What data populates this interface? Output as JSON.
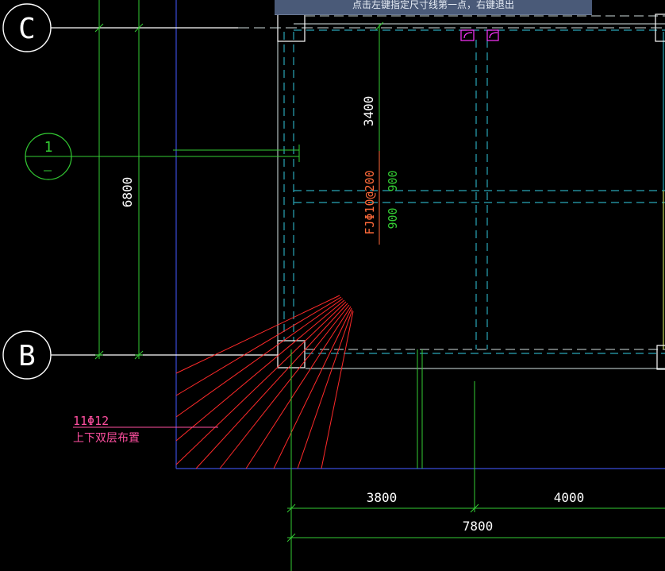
{
  "command_prompt": "点击左键指定尺寸线第一点，右键退出",
  "axis_bubbles": {
    "c": "C",
    "b": "B",
    "section_1": "1"
  },
  "dimensions": {
    "vertical_total": "6800",
    "vertical_upper": "3400",
    "slab_900_top": "900",
    "slab_900_bottom": "900",
    "span_left": "3800",
    "span_right": "4000",
    "span_total": "7800"
  },
  "rebar_labels": {
    "slab_bar": "FJΦ10@200",
    "radial_bar_count": "11Φ12",
    "radial_bar_note": "上下双层布置"
  },
  "colors": {
    "background": "#000000",
    "dimension_green": "#33cc33",
    "axis_white": "#ffffff",
    "beam_cyan": "#2aa7b8",
    "wall_blue": "#3b4bd8",
    "rebar_red": "#ff2a2a",
    "label_pink": "#ff4fa0",
    "column_white": "#ffffff",
    "marker_magenta": "#ff33ff",
    "slab_label_orange": "#ff6a3a",
    "prompt_bar": "#4a5a78"
  }
}
